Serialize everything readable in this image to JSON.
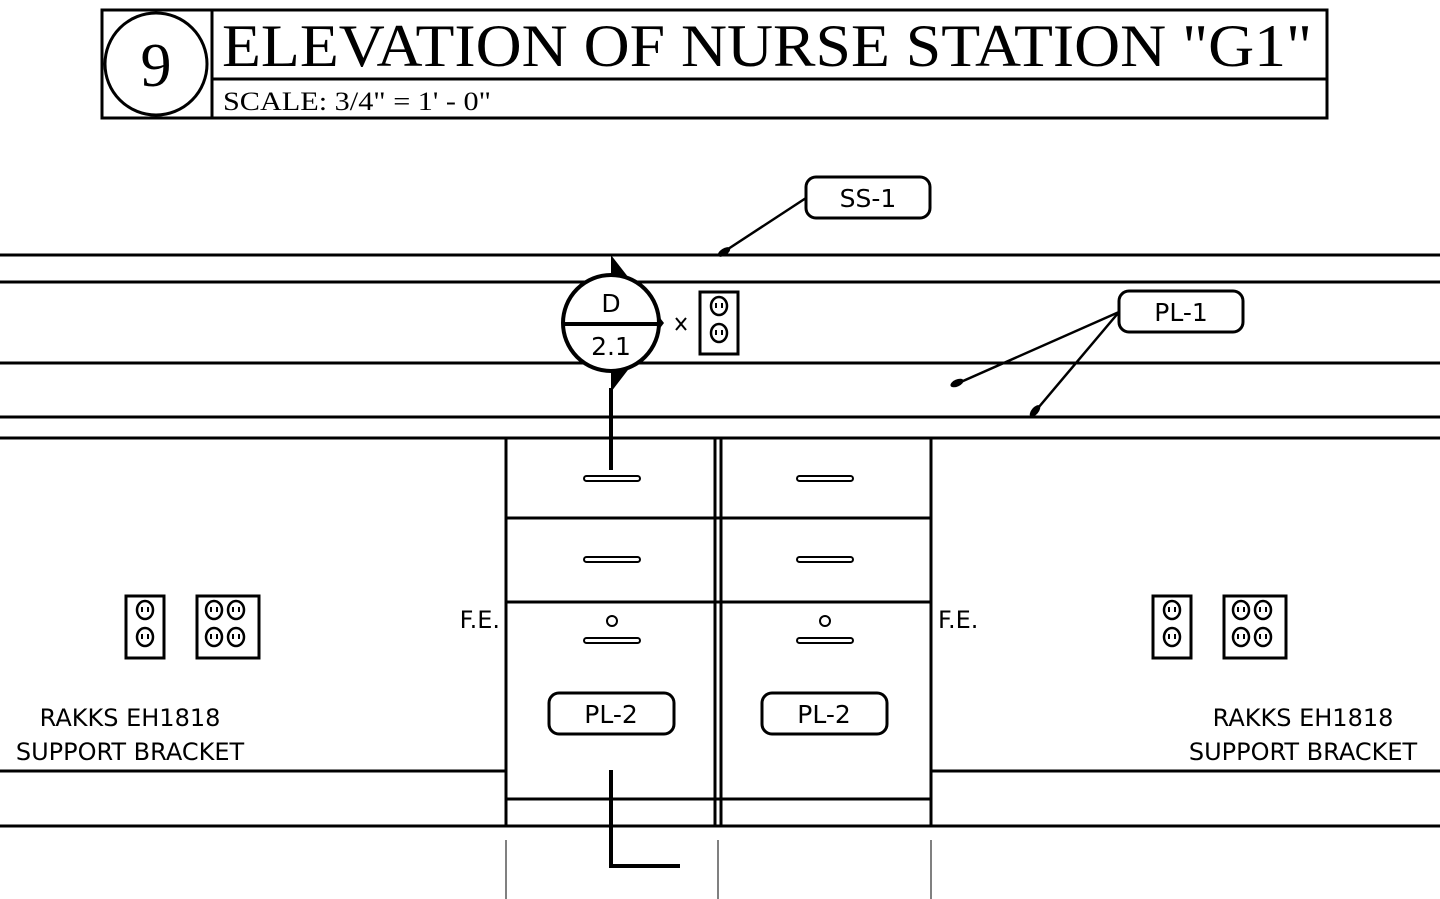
{
  "title_block": {
    "detail_number": "9",
    "title": "ELEVATION OF NURSE STATION \"G1\"",
    "scale": "SCALE: 3/4\" = 1' - 0\""
  },
  "section_marker": {
    "letter": "D",
    "sheet": "2.1"
  },
  "tags": {
    "ss1": "SS-1",
    "pl1": "PL-1",
    "pl2_left": "PL-2",
    "pl2_right": "PL-2"
  },
  "labels": {
    "fe_left": "F.E.",
    "fe_right": "F.E.",
    "bracket_left_line1": "RAKKS EH1818",
    "bracket_left_line2": "SUPPORT BRACKET",
    "bracket_right_line1": "RAKKS EH1818",
    "bracket_right_line2": "SUPPORT BRACKET"
  },
  "colors": {
    "ink": "#000000",
    "paper": "#ffffff"
  }
}
